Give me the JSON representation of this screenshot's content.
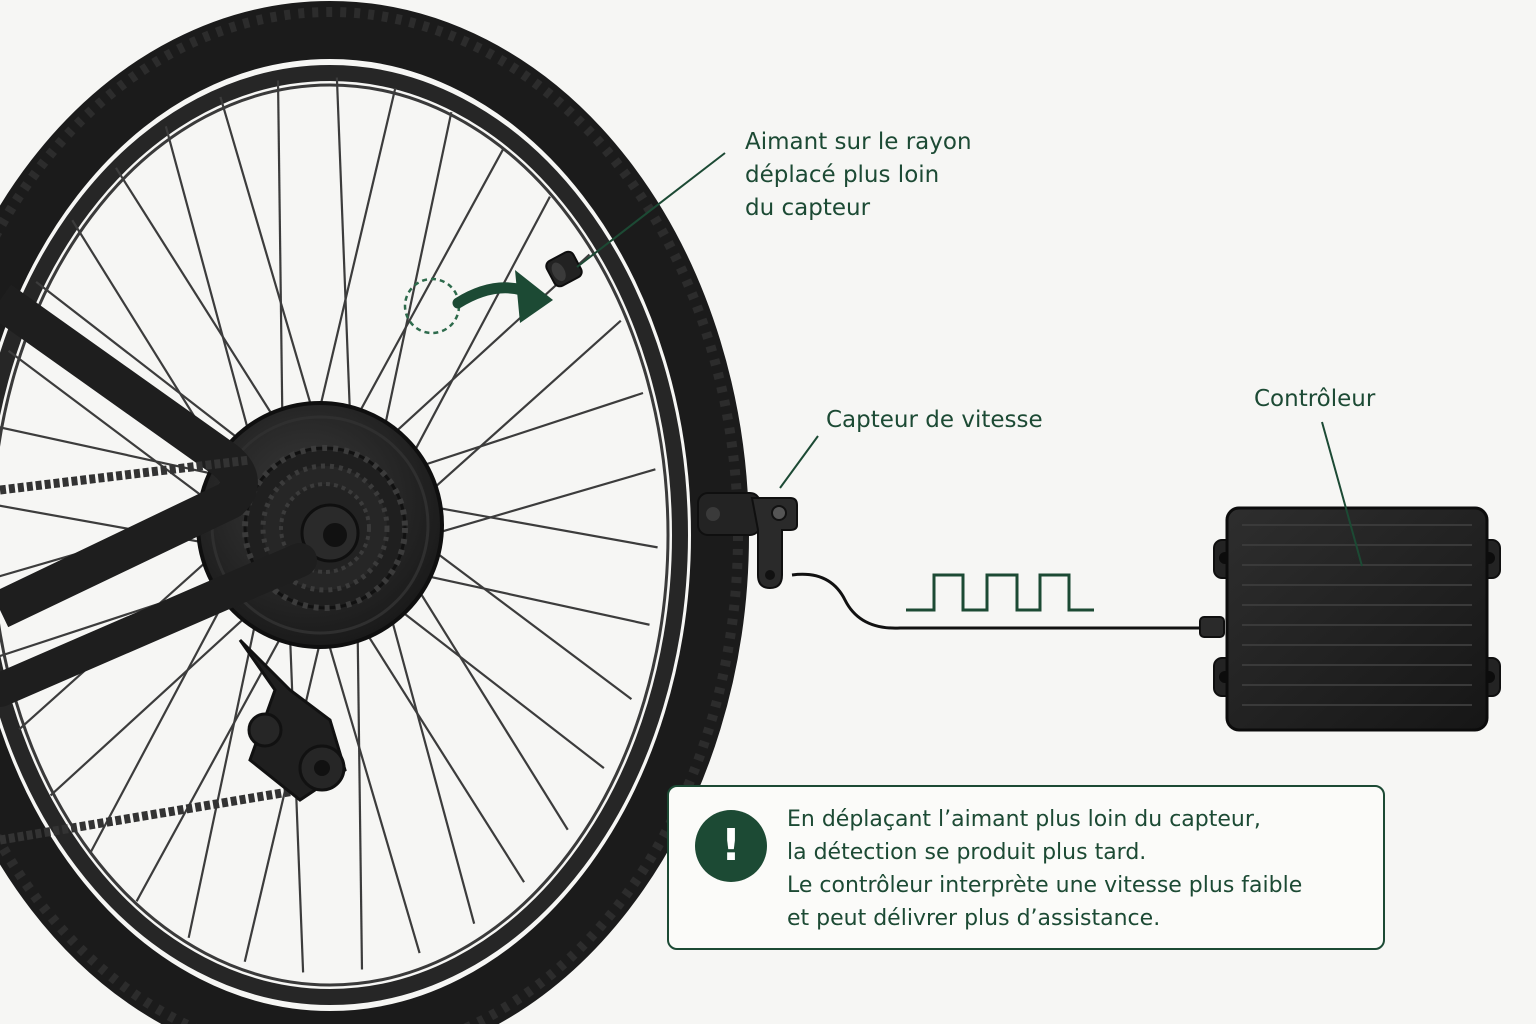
{
  "labels": {
    "magnet": [
      "Aimant sur le rayon",
      "déplacé plus loin",
      "du capteur"
    ],
    "sensor": "Capteur de vitesse",
    "controller": "Contrôleur"
  },
  "info": {
    "icon": "exclamation-icon",
    "icon_glyph": "!",
    "lines": [
      "En déplaçant l’aimant plus loin du capteur,",
      "la détection se produit plus tard.",
      "Le contrôleur interprète une vitesse plus faible",
      "et peut délivrer plus d’assistance."
    ]
  },
  "colors": {
    "accent": "#1c4a34",
    "tire": "#1b1b1b",
    "background": "#f6f6f4"
  }
}
